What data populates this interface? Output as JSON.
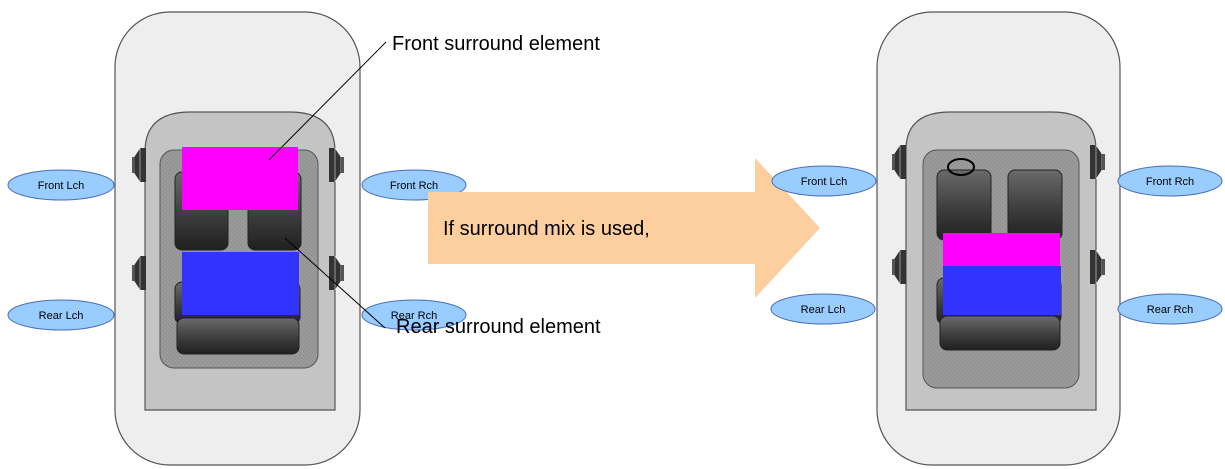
{
  "arrow": {
    "text": "If surround mix is used,",
    "color": "#fdcf9f"
  },
  "callouts": {
    "front": "Front surround element",
    "rear": "Rear surround element"
  },
  "left_car": {
    "speakers": {
      "front_left": "Front Lch",
      "front_right": "Front Rch",
      "rear_left": "Rear Lch",
      "rear_right": "Rear Rch"
    }
  },
  "right_car": {
    "speakers": {
      "front_left": "Front Lch",
      "front_right": "Front Rch",
      "rear_left": "Rear Lch",
      "rear_right": "Rear Rch"
    }
  },
  "colors": {
    "front_surround_element": "#ff00ff",
    "rear_surround_element": "#3333ff",
    "speaker_label_fill": "#99ccff",
    "speaker_label_stroke": "#4a6fb8",
    "car_body": "#eeeeee",
    "cabin": "#c8c8c8",
    "interior": "#a0a0a0",
    "seat": "#333333"
  }
}
